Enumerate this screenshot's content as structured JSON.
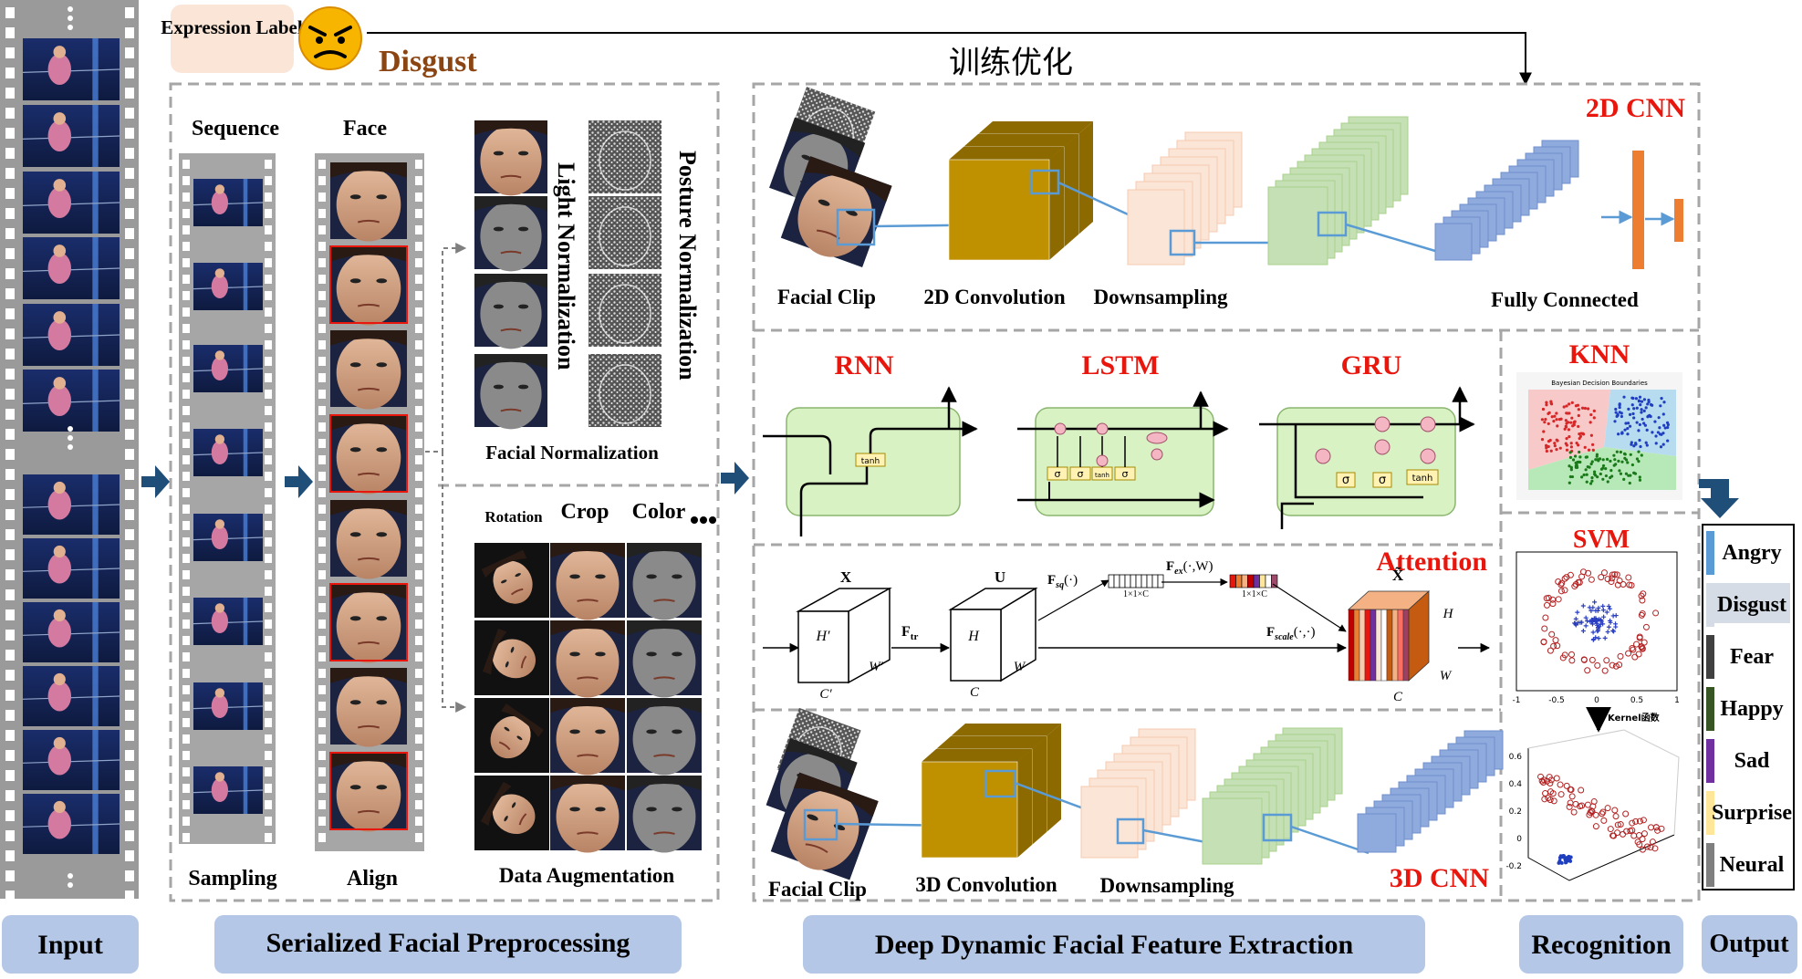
{
  "header": {
    "expression_label": "Expression Label",
    "emotion": "Disgust",
    "training_opt": "训练优化"
  },
  "sections": {
    "input": "Input",
    "preprocessing": "Serialized Facial Preprocessing",
    "extraction": "Deep Dynamic Facial Feature Extraction",
    "recognition": "Recognition",
    "output": "Output"
  },
  "preprocessing": {
    "sequence": "Sequence",
    "face": "Face",
    "sampling": "Sampling",
    "align": "Align",
    "light_norm": "Light Normalization",
    "posture_norm": "Posture Normalization",
    "facial_norm": "Facial Normalization",
    "rotation": "Rotation",
    "crop": "Crop",
    "color": "Color",
    "data_aug": "Data Augmentation"
  },
  "cnn2d": {
    "title": "2D CNN",
    "facial_clip": "Facial Clip",
    "conv": "2D Convolution",
    "down": "Downsampling",
    "fc": "Fully Connected"
  },
  "rnn_row": {
    "rnn": "RNN",
    "lstm": "LSTM",
    "gru": "GRU",
    "tanh": "tanh",
    "sigma": "σ"
  },
  "attention": {
    "title": "Attention",
    "x": "X",
    "u": "U",
    "x_tilde": "X̃",
    "ftr": "F",
    "ftr_sub": "tr",
    "fsq": "F",
    "fsq_sub": "sq",
    "fsq_arg": "(·)",
    "fex": "F",
    "fex_sub": "ex",
    "fex_arg": "(·,W)",
    "fscale": "F",
    "fscale_sub": "scale",
    "fscale_arg": "(·,·)",
    "dim": "1×1×C",
    "h_prime": "H′",
    "w_prime": "W′",
    "c_prime": "C′",
    "h": "H",
    "w": "W",
    "c": "C"
  },
  "cnn3d": {
    "title": "3D CNN",
    "facial_clip": "Facial Clip",
    "conv": "3D Convolution",
    "down": "Downsampling"
  },
  "recognition": {
    "knn": "KNN",
    "knn_plot_title": "Bayesian Decision Boundaries",
    "svm": "SVM",
    "kernel": "Kernel函数",
    "svm_ticks": [
      "-1",
      "-0.5",
      "0",
      "0.5",
      "1"
    ],
    "kernel_ticks": [
      "0.6",
      "0.4",
      "0.2",
      "0",
      "-0.2"
    ]
  },
  "output": {
    "labels": [
      "Angry",
      "Disgust",
      "Fear",
      "Happy",
      "Sad",
      "Surprise",
      "Neural"
    ],
    "colors": [
      "#5b9bd5",
      "#d6dce5",
      "#404040",
      "#375623",
      "#7030a0",
      "#ffe699",
      "#7f7f7f"
    ]
  },
  "colors": {
    "accent_red": "#e8160c",
    "brown": "#8b4513",
    "section_bg": "#b4c7e7",
    "arrow_blue": "#1f4e79",
    "conv_gold": "#bf9000",
    "pink": "#fbe5d6",
    "green": "#c5e0b4",
    "blue": "#8faadc",
    "orange": "#ed7d31"
  }
}
